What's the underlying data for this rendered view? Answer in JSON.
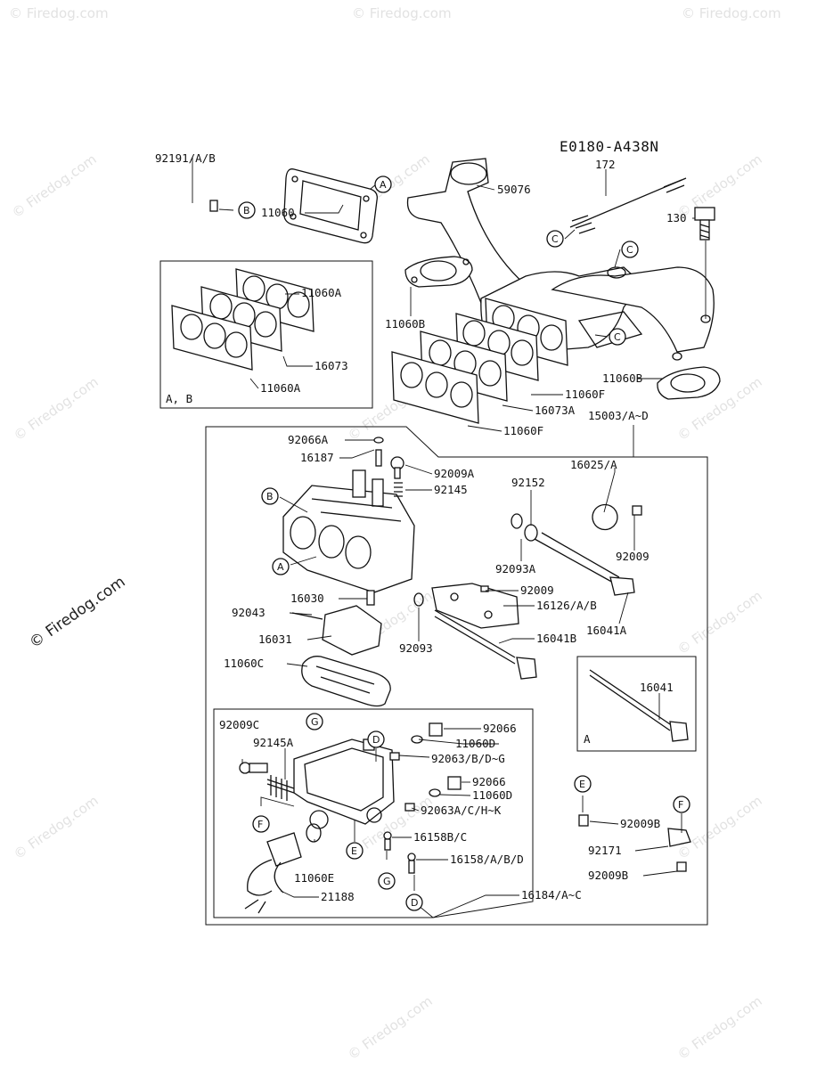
{
  "diagram_code": "E0180-A438N",
  "side_watermark": "© Firedog.com",
  "watermarks": [
    "© Firedog.com",
    "© Firedog.com",
    "© Firedog.com",
    "© Firedog.com",
    "© Firedog.com",
    "© Firedog.com",
    "© Firedog.com",
    "© Firedog.com",
    "© Firedog.com",
    "© Firedog.com",
    "© Firedog.com",
    "© Firedog.com",
    "© Firedog.com",
    "© Firedog.com",
    "© Firedog.com",
    "© Firedog.com"
  ],
  "inset_labels": {
    "gasket_box": "A, B",
    "shaft_box": "A"
  },
  "callouts": [
    "A",
    "B",
    "C",
    "C",
    "C",
    "B",
    "A",
    "G",
    "D",
    "F",
    "E",
    "G",
    "D",
    "E",
    "F"
  ],
  "parts": [
    "92191/A/B",
    "11060",
    "59076",
    "172",
    "130",
    "11060A",
    "16073",
    "11060A",
    "11060B",
    "11060B",
    "11060F",
    "16073A",
    "11060F",
    "15003/A~D",
    "92066A",
    "16187",
    "92009A",
    "92145",
    "16025/A",
    "92152",
    "92009",
    "92093A",
    "92009",
    "16126/A/B",
    "16030",
    "92043",
    "16031",
    "16041A",
    "92093",
    "16041B",
    "11060C",
    "16041",
    "92009C",
    "92145A",
    "92066",
    "11060D",
    "92063/B/D~G",
    "92066",
    "11060D",
    "92063A/C/H~K",
    "16158B/C",
    "16158/A/B/D",
    "11060E",
    "21188",
    "16184/A~C",
    "92009B",
    "92171",
    "92009B"
  ]
}
